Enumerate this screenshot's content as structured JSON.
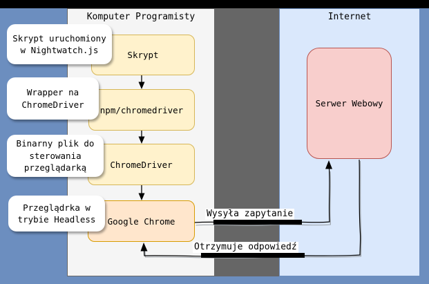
{
  "canvas": {
    "left_panel": {
      "title": "Komputer Programisty"
    },
    "right_panel": {
      "title": "Internet"
    },
    "nodes": [
      {
        "id": "skrypt",
        "label": "Skrypt"
      },
      {
        "id": "npm-chromedriver",
        "label": "npm/chromedriver"
      },
      {
        "id": "chromedriver",
        "label": "ChromeDriver"
      },
      {
        "id": "google-chrome",
        "label": "Google Chrome"
      },
      {
        "id": "serwer-webowy",
        "label": "Serwer Webowy"
      }
    ],
    "callouts": [
      {
        "label": "Skrypt uruchomiony\nw Nightwatch.js"
      },
      {
        "label": "Wrapper na\nChromeDriver"
      },
      {
        "label": "Binarny plik do\nsterowania\nprzeglądarką"
      },
      {
        "label": "Przeglądrka w\ntrybie Headless"
      }
    ],
    "edges": [
      {
        "id": "request",
        "label": "Wysyła zapytanie"
      },
      {
        "id": "response",
        "label": "Otrzymuje odpowiedź"
      }
    ],
    "colors": {
      "background": "#6c8ebf",
      "top_bar": "#000000",
      "left_panel_fill": "#f5f5f5",
      "left_panel_border": "#666666",
      "divider_fill": "#666666",
      "right_panel_fill": "#dae8fc",
      "right_panel_border": "#6c8ebf",
      "yellow_node_fill": "#fff2cc",
      "yellow_node_border": "#d6b656",
      "orange_node_fill": "#ffe6cc",
      "orange_node_border": "#d79b00",
      "red_node_fill": "#f8cecc",
      "red_node_border": "#b85450",
      "callout_fill": "#ffffff",
      "arrow_color": "#000000"
    }
  }
}
